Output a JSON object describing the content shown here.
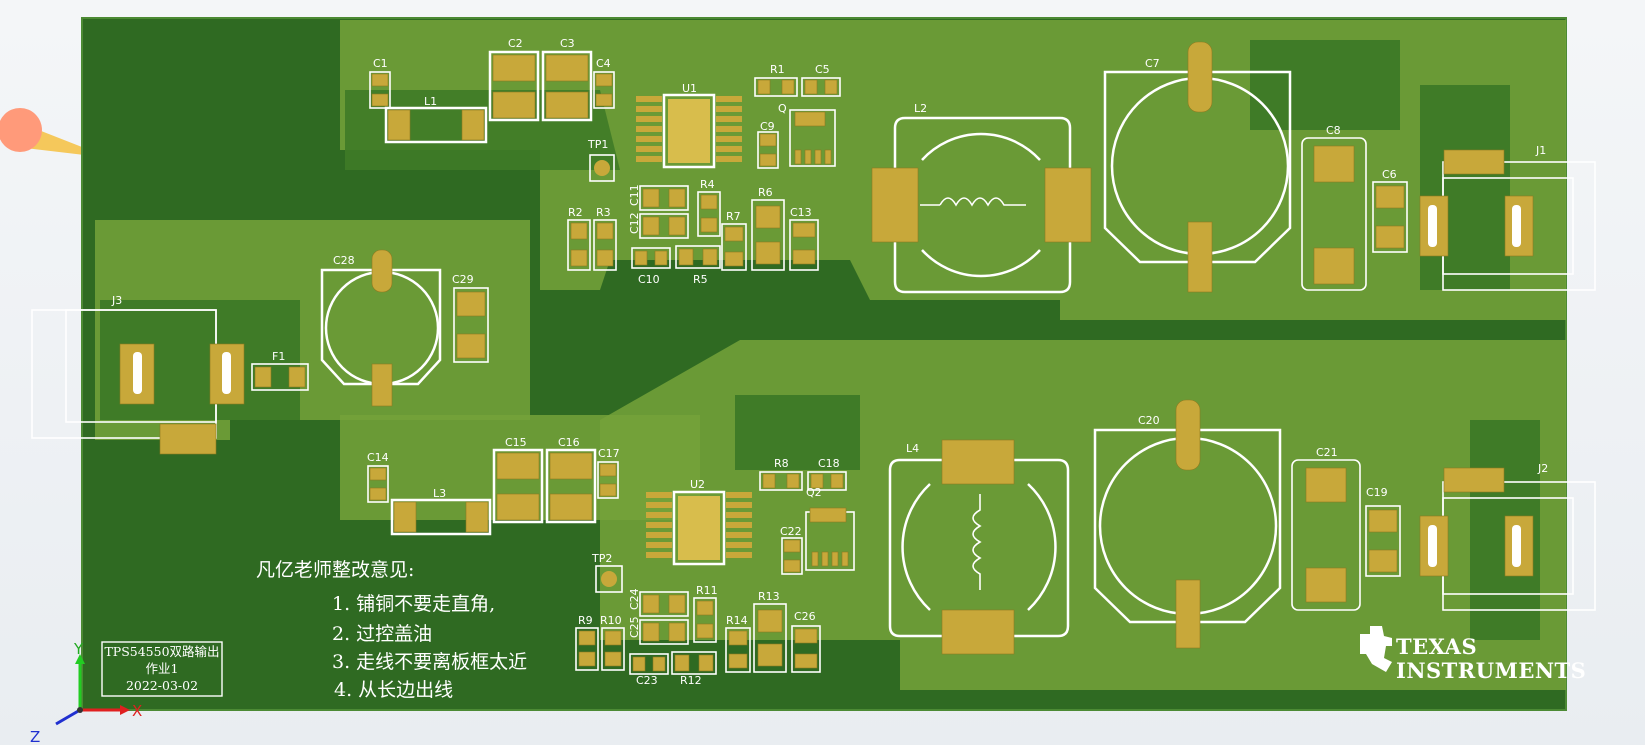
{
  "viewer": {
    "name": "PCB 3D view"
  },
  "board": {
    "logo_line1": "TEXAS",
    "logo_line2": "INSTRUMENTS"
  },
  "title_block": {
    "line1": "TPS54550双路输出",
    "line2": "作业1",
    "line3": "2022-03-02"
  },
  "review_notes": {
    "heading": "凡亿老师整改意见:",
    "items": [
      "1.  铺铜不要走直角,",
      "2.  过控盖油",
      "3.  走线不要离板框太近",
      "4.  从长边出线"
    ]
  },
  "axes": {
    "y": "Y",
    "x": "X",
    "z": "Z"
  },
  "designators": {
    "C1": "C1",
    "C2": "C2",
    "C3": "C3",
    "C4": "C4",
    "C5": "C5",
    "C6": "C6",
    "C7": "C7",
    "C8": "C8",
    "C9": "C9",
    "C10": "C10",
    "C11": "C11",
    "C12": "C12",
    "C13": "C13",
    "C14": "C14",
    "C15": "C15",
    "C16": "C16",
    "C17": "C17",
    "C18": "C18",
    "C19": "C19",
    "C20": "C20",
    "C21": "C21",
    "C22": "C22",
    "C23": "C23",
    "C24": "C24",
    "C25": "C25",
    "C26": "C26",
    "C28": "C28",
    "C29": "C29",
    "R1": "R1",
    "R2": "R2",
    "R3": "R3",
    "R4": "R4",
    "R5": "R5",
    "R6": "R6",
    "R7": "R7",
    "R8": "R8",
    "R9": "R9",
    "R10": "R10",
    "R11": "R11",
    "R12": "R12",
    "R13": "R13",
    "R14": "R14",
    "L1": "L1",
    "L2": "L2",
    "L3": "L3",
    "L4": "L4",
    "U1": "U1",
    "U2": "U2",
    "Q1": "Q",
    "Q2": "Q2",
    "TP1": "TP1",
    "TP2": "TP2",
    "J1": "J1",
    "J2": "J2",
    "J3": "J3",
    "F1": "F1"
  }
}
